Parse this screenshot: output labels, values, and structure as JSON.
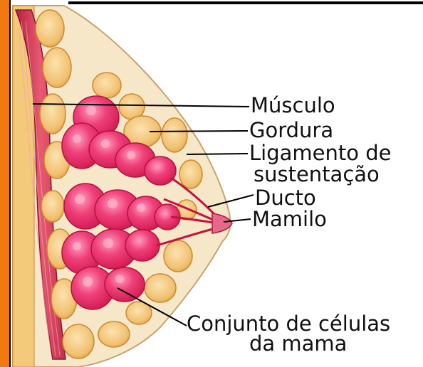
{
  "labels": {
    "musculo": "Músculo",
    "gordura": "Gordura",
    "ligamento_line1": "Ligamento de",
    "ligamento_line2": "sustentação",
    "ducto": "Ducto",
    "mamilo": "Mamilo",
    "conjunto_line1": "Conjunto de células",
    "conjunto_line2": "da mama"
  },
  "colors": {
    "background": "#ffffff",
    "side_bar": "#f07a10",
    "frame": "#000000",
    "muscle": "#d93a55",
    "fat": "#f3c97a",
    "fat_outline": "#c98a2e",
    "gland": "#ee2a68",
    "gland_highlight": "#ff8fb0",
    "skin": "#f6e7c9"
  }
}
